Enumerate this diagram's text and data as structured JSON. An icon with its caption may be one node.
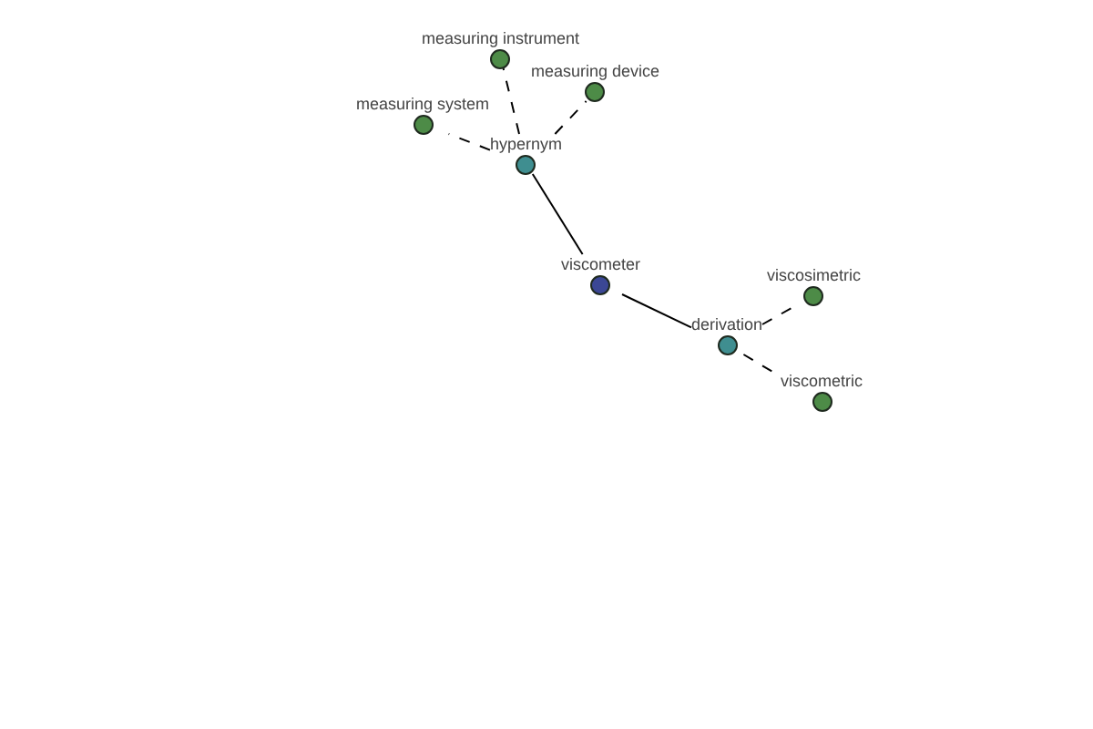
{
  "diagram": {
    "nodes": [
      {
        "text": [
          "measuring instrument"
        ]
      },
      {
        "text": [
          "measuring device"
        ]
      },
      {
        "text": [
          "measuring system"
        ]
      },
      {
        "text": [
          "hypernym"
        ]
      },
      {
        "text": [
          "viscometer"
        ]
      },
      {
        "text": [
          "viscosimetric"
        ]
      },
      {
        "text": [
          "derivation"
        ]
      },
      {
        "text": [
          "viscometric"
        ]
      }
    ],
    "edges": [
      {
        "from": 3,
        "to": 0,
        "arrow": "none",
        "style": "dashed"
      },
      {
        "from": 3,
        "to": 1,
        "arrow": "none",
        "style": "dashed"
      },
      {
        "from": 3,
        "to": 2,
        "arrow": "none",
        "style": "dashed"
      },
      {
        "from": 4,
        "to": 3,
        "arrow": "none"
      },
      {
        "from": 4,
        "to": 6,
        "arrow": "none"
      },
      {
        "from": 6,
        "to": 5,
        "arrow": "none",
        "style": "dashed"
      },
      {
        "from": 6,
        "to": 7,
        "arrow": "none",
        "style": "dashed"
      }
    ]
  }
}
